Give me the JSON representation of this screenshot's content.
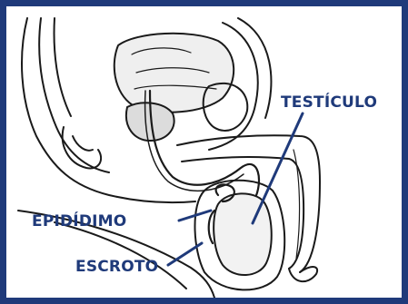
{
  "labels": {
    "testis": "TESTÍCULO",
    "epididymis": "EPIDÍDIMO",
    "scrotum": "ESCROTO"
  },
  "colors": {
    "border": "#1f3a7a",
    "label": "#1f3a7a",
    "line_art": "#1a1a1a"
  }
}
